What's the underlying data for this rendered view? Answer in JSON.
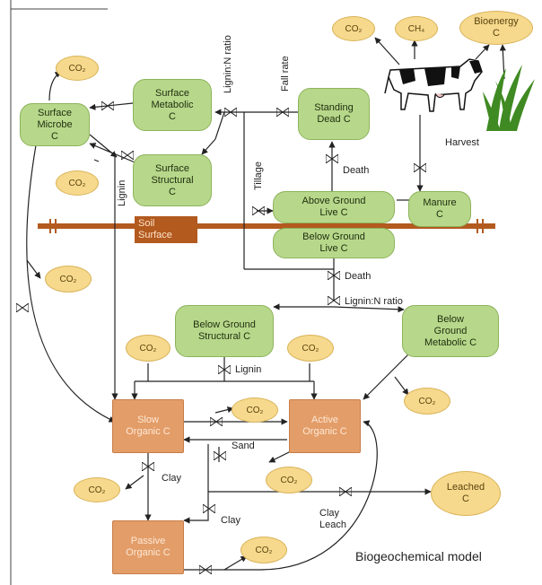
{
  "pools": {
    "surface_microbe": "Surface\nMicrobe\nC",
    "surface_metabolic": "Surface\nMetabolic\nC",
    "surface_structural": "Surface\nStructural\nC",
    "standing_dead": "Standing\nDead C",
    "above_ground_live": "Above Ground\nLive C",
    "below_ground_live": "Below Ground\nLive C",
    "manure": "Manure\nC",
    "below_ground_structural": "Below Ground\nStructural C",
    "below_ground_metabolic": "Below\nGround\nMetabolic C",
    "slow_organic": "Slow\nOrganic C",
    "active_organic": "Active\nOrganic C",
    "passive_organic": "Passive\nOrganic C",
    "leached": "Leached\nC"
  },
  "emissions": {
    "co2": "CO₂",
    "ch4": "CH₄",
    "bioenergy": "Bioenergy\nC"
  },
  "flow_labels": {
    "lignin_n_ratio_top": "Lignin:N ratio",
    "fall_rate": "Fall rate",
    "harvest": "Harvest",
    "death_upper": "Death",
    "tillage": "Tillage",
    "lignin_vertical": "Lignin",
    "death_lower": "Death",
    "lignin_n_ratio_lower": "Lignin:N ratio",
    "lignin_mid": "Lignin",
    "sand": "Sand",
    "clay_1": "Clay",
    "clay_2": "Clay",
    "clay_leach": "Clay\nLeach"
  },
  "soil_surface_label": "Soil\nSurface",
  "model_title": "Biogeochemical model",
  "colors": {
    "green_pool": "#b7d88a",
    "orange_pool": "#e39d68",
    "cloud": "#f6d98c",
    "soil_bar": "#b35a1f"
  },
  "icons": [
    "cow-icon",
    "grass-icon",
    "valve-icon"
  ]
}
